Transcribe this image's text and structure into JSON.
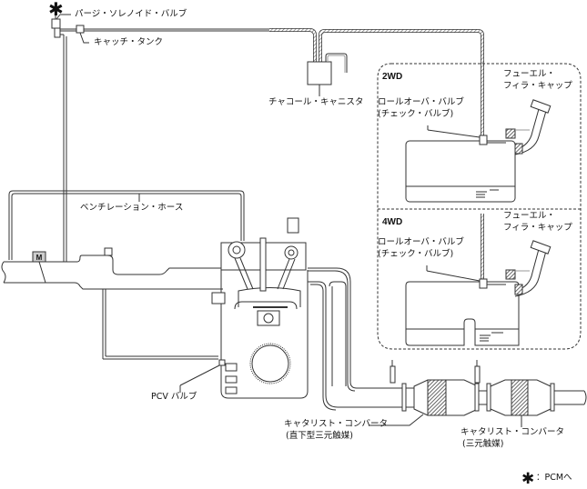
{
  "diagram": {
    "title": "Evaporative emission / ventilation system diagram",
    "labels": {
      "purge_solenoid_valve": "パージ・ソレノイド・バルブ",
      "catch_tank": "キャッチ・タンク",
      "charcoal_canister": "チャコール・キャニスタ",
      "ventilation_hose": "ベンチレーション・ホース",
      "pcv_valve": "PCV バルブ",
      "cat_converter_1_line1": "キャタリスト・コンバータ",
      "cat_converter_1_line2": "(直下型三元触媒)",
      "cat_converter_2_line1": "キャタリスト・コンバータ",
      "cat_converter_2_line2": "(三元触媒)",
      "mass_airflow_marker": "M"
    },
    "variants": [
      {
        "name": "2WD",
        "rollover_valve_line1": "ロールオーバ・バルブ",
        "rollover_valve_line2": "(チェック・バルブ)",
        "fuel_filler_cap_line1": "フューエル・",
        "fuel_filler_cap_line2": "フィラ・キャップ"
      },
      {
        "name": "4WD",
        "rollover_valve_line1": "ロールオーバ・バルブ",
        "rollover_valve_line2": "(チェック・バルブ)",
        "fuel_filler_cap_line1": "フューエル・",
        "fuel_filler_cap_line2": "フィラ・キャップ"
      }
    ],
    "legend": {
      "symbol": "✱",
      "text": "：PCMへ"
    }
  }
}
